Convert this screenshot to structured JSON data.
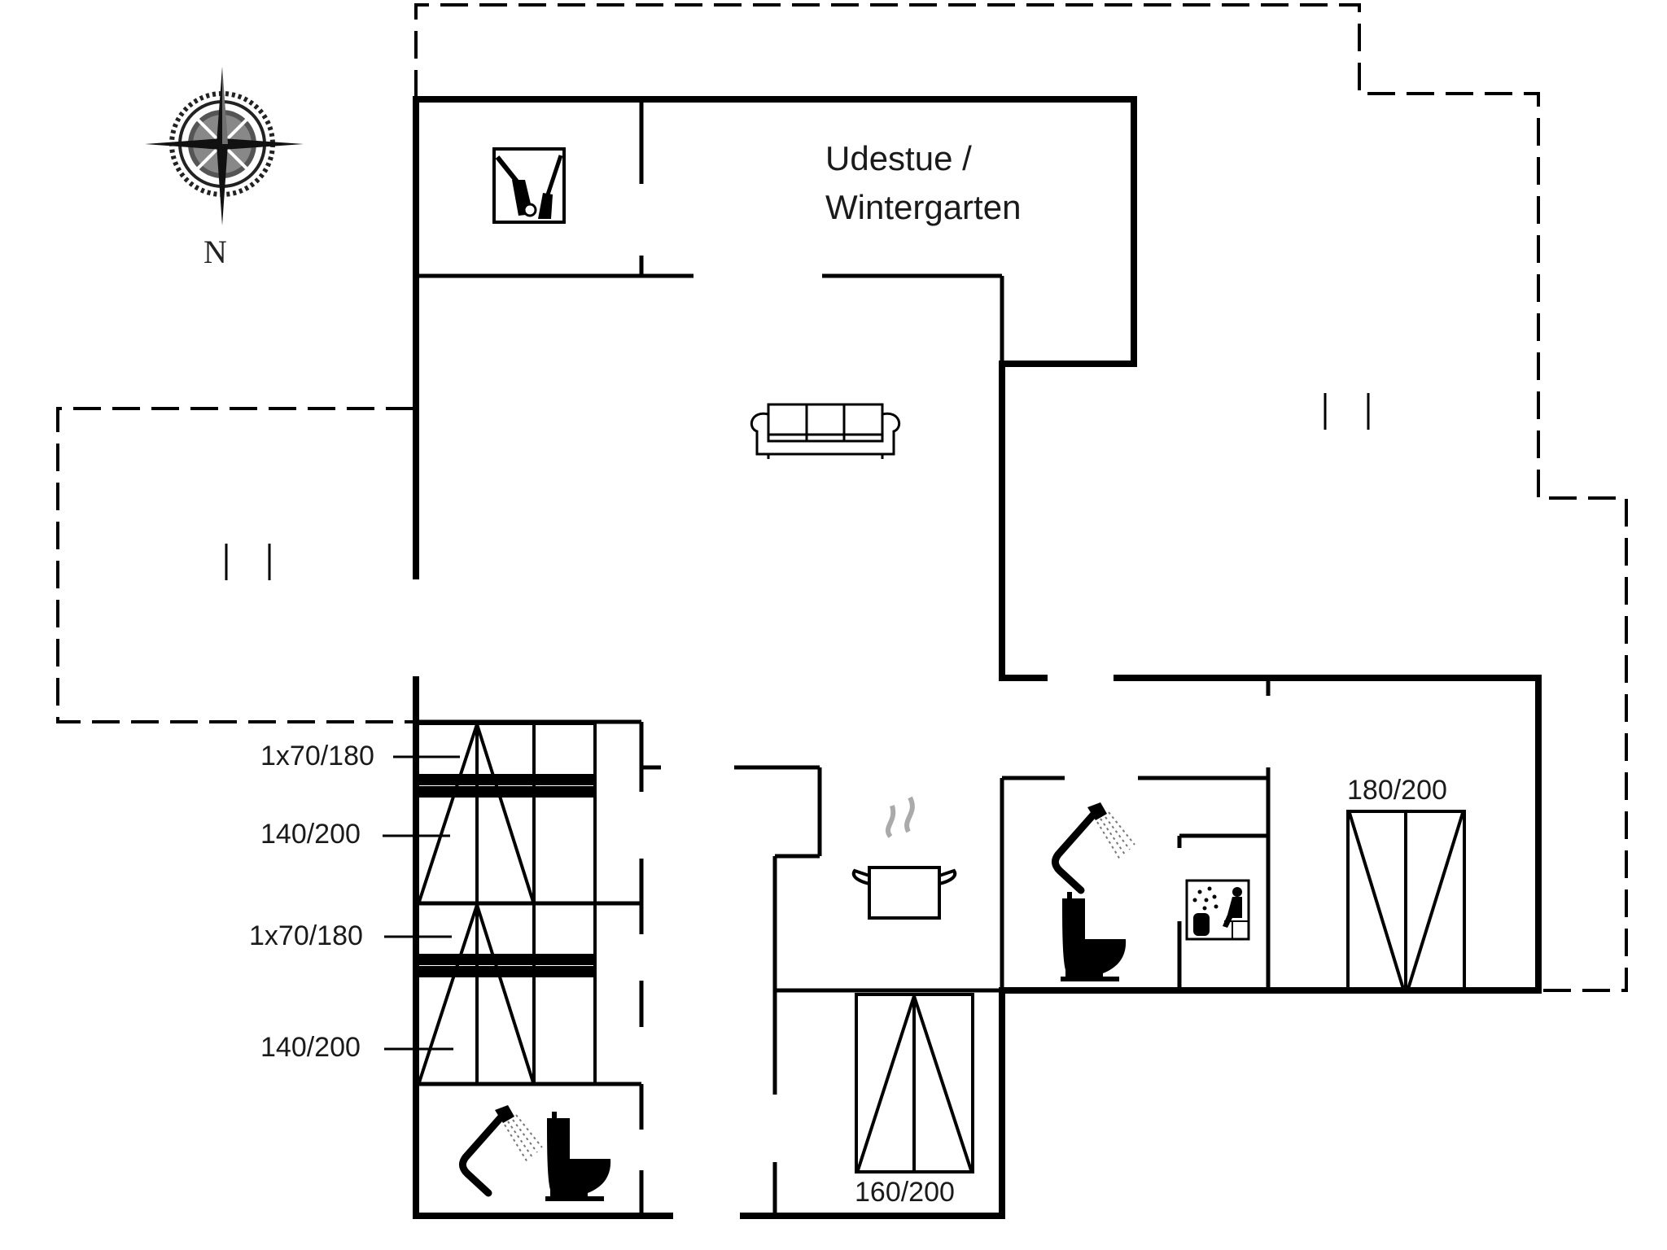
{
  "plan": {
    "type": "floor-plan",
    "wall_color": "#000000",
    "background": "#ffffff",
    "compass": {
      "label": "N"
    },
    "rooms": [
      {
        "id": "sunroom",
        "label_line1": "Udestue /",
        "label_line2": "Wintergarten"
      },
      {
        "id": "utility",
        "icon": "vacuum-broom-icon"
      },
      {
        "id": "living-room",
        "icon": "sofa-icon"
      },
      {
        "id": "kitchen",
        "icon": "cooking-pot-icon"
      },
      {
        "id": "bathroom-1",
        "icons": [
          "shower-icon",
          "toilet-icon"
        ]
      },
      {
        "id": "bathroom-2",
        "icons": [
          "shower-icon",
          "toilet-icon"
        ]
      },
      {
        "id": "sauna",
        "icon": "sauna-icon"
      },
      {
        "id": "bedroom-1",
        "bed": "180/200"
      },
      {
        "id": "bedroom-2",
        "bed": "160/200"
      },
      {
        "id": "bedroom-3",
        "beds": [
          "1x70/180",
          "140/200"
        ]
      },
      {
        "id": "bedroom-4",
        "beds": [
          "1x70/180",
          "140/200"
        ]
      }
    ],
    "terraces": [
      {
        "id": "terrace-north",
        "symbol": "| |"
      },
      {
        "id": "terrace-west",
        "symbol": "| |"
      }
    ]
  },
  "labels": {
    "sunroom_1": "Udestue /",
    "sunroom_2": "Wintergarten",
    "bed_a_bunk": "1x70/180",
    "bed_a_double": "140/200",
    "bed_b_bunk": "1x70/180",
    "bed_b_double": "140/200",
    "bed_160": "160/200",
    "bed_180": "180/200",
    "compass_n": "N"
  }
}
